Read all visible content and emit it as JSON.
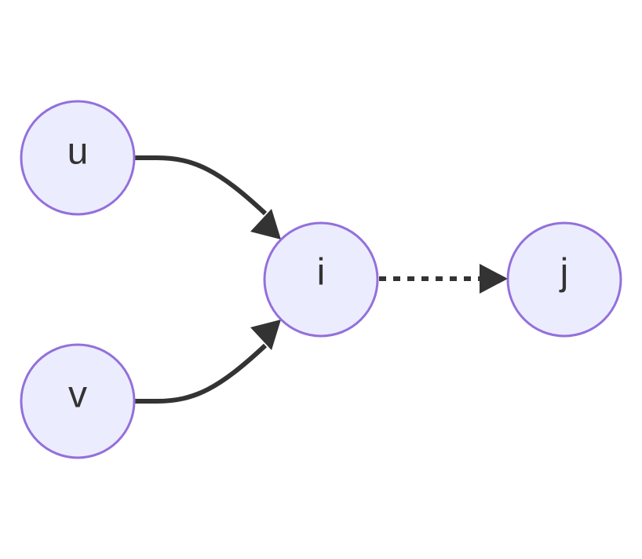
{
  "nodes": {
    "u": {
      "label": "u"
    },
    "v": {
      "label": "v"
    },
    "i": {
      "label": "i"
    },
    "j": {
      "label": "j"
    }
  },
  "edges": [
    {
      "from": "u",
      "to": "i",
      "style": "solid"
    },
    {
      "from": "v",
      "to": "i",
      "style": "solid"
    },
    {
      "from": "i",
      "to": "j",
      "style": "dotted"
    }
  ],
  "colors": {
    "node_fill": "#ECECFF",
    "node_stroke": "#9370DB",
    "edge": "#333333",
    "label": "#333333",
    "background": "#FFFFFF"
  }
}
